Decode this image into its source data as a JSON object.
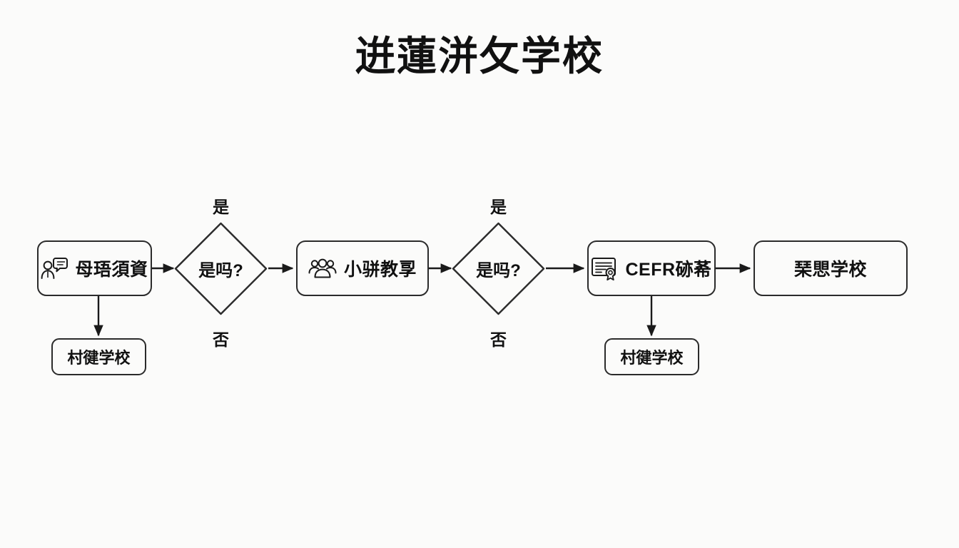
{
  "title": "逬蓮洴攵学校",
  "colors": {
    "background": "#fbfbfa",
    "stroke": "#2b2b2b",
    "text": "#111111"
  },
  "nodes": {
    "start": {
      "label": "母珸須資",
      "icon": "person-speech-bubble-icon"
    },
    "decision1": {
      "label": "是吗?",
      "yes": "是",
      "no": "否"
    },
    "group_class": {
      "label": "小骈教孠",
      "icon": "people-group-icon"
    },
    "decision2": {
      "label": "是吗?",
      "yes": "是",
      "no": "否"
    },
    "cefr": {
      "label": "CEFR硛莃",
      "icon": "certificate-icon"
    },
    "final": {
      "label": "琹愳学校"
    },
    "fallback1": {
      "label": "村徤学校"
    },
    "fallback2": {
      "label": "村徤学校"
    }
  }
}
